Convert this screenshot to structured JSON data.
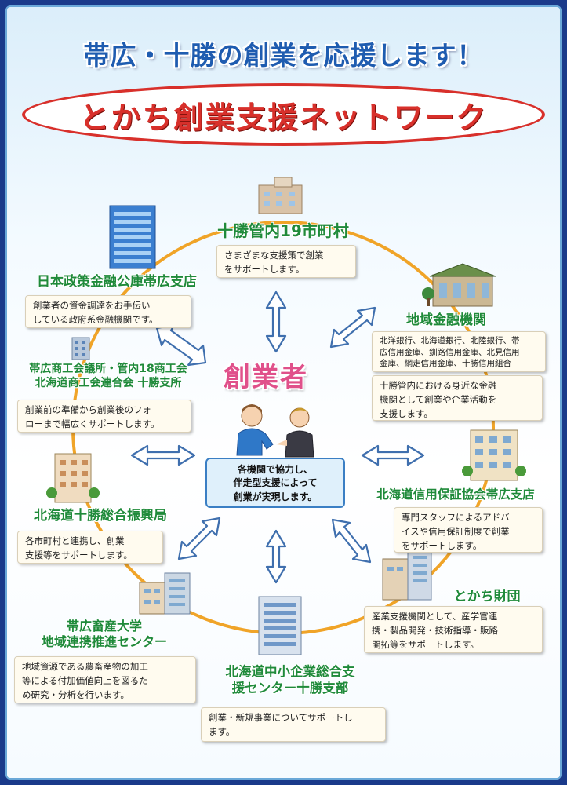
{
  "header": {
    "headline": "帯広・十勝の創業を応援します！",
    "title": "とかち創業支援ネットワーク"
  },
  "center": {
    "label": "創業者",
    "message_lines": [
      "各機関で協力し、",
      "伴走型支援によって",
      "創業が実現します。"
    ]
  },
  "organizations": [
    {
      "name_lines": [
        "十勝管内19市町村"
      ],
      "desc_lines": [
        "さまざまな支援策で創業",
        "をサポートします。"
      ]
    },
    {
      "name_lines": [
        "日本政策金融公庫帯広支店"
      ],
      "desc_lines": [
        "創業者の資金調達をお手伝い",
        "している政府系金融機関です。"
      ]
    },
    {
      "name_lines": [
        "地域金融機関"
      ],
      "sub_lines": [
        "北洋銀行、北海道銀行、北陸銀行、帯",
        "広信用金庫、釧路信用金庫、北見信用",
        "金庫、網走信用金庫、十勝信用組合"
      ],
      "desc_lines": [
        "十勝管内における身近な金融",
        "機関として創業や企業活動を",
        "支援します。"
      ]
    },
    {
      "name_lines": [
        "帯広商工会議所・管内18商工会",
        "北海道商工会連合会 十勝支所"
      ],
      "desc_lines": [
        "創業前の準備から創業後のフォ",
        "ローまで幅広くサポートします。"
      ]
    },
    {
      "name_lines": [
        "北海道信用保証協会帯広支店"
      ],
      "desc_lines": [
        "専門スタッフによるアドバ",
        "イスや信用保証制度で創業",
        "をサポートします。"
      ]
    },
    {
      "name_lines": [
        "北海道十勝総合振興局"
      ],
      "desc_lines": [
        "各市町村と連携し、創業",
        "支援等をサポートします。"
      ]
    },
    {
      "name_lines": [
        "とかち財団"
      ],
      "desc_lines": [
        "産業支援機関として、産学官連",
        "携・製品開発・技術指導・販路",
        "開拓等をサポートします。"
      ]
    },
    {
      "name_lines": [
        "帯広畜産大学",
        "地域連携推進センター"
      ],
      "desc_lines": [
        "地域資源である農畜産物の加工",
        "等による付加価値向上を図るた",
        "め研究・分析を行います。"
      ]
    },
    {
      "name_lines": [
        "北海道中小企業総合支",
        "援センター十勝支部"
      ],
      "desc_lines": [
        "創業・新規事業についてサポートし",
        "ます。"
      ]
    }
  ],
  "colors": {
    "headline": "#1f5cb0",
    "title": "#d8302b",
    "org_name": "#1f8a3a",
    "center_label": "#e0508a",
    "ring": "#f0a428"
  }
}
